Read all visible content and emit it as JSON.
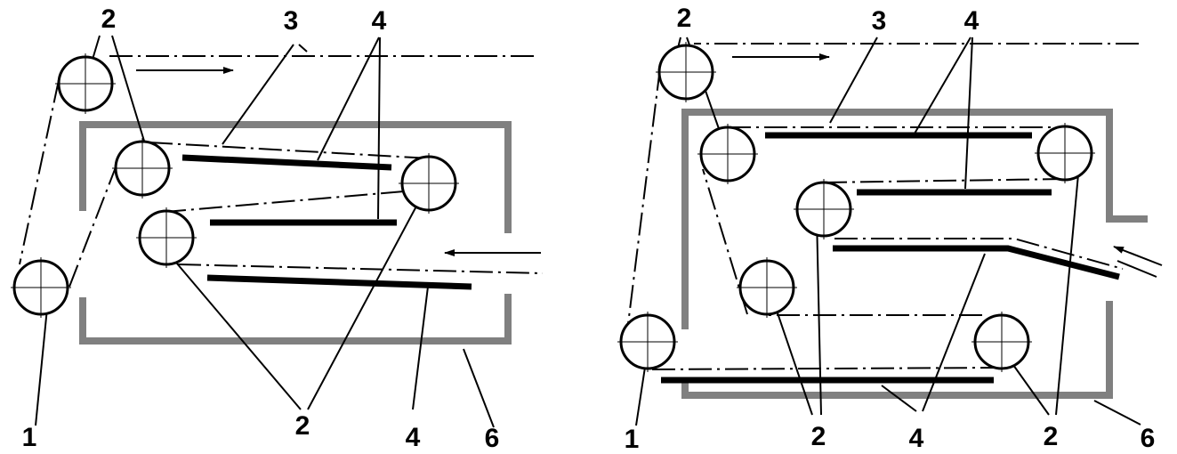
{
  "labels": {
    "guide_roller": "1",
    "turning_roller": "2",
    "web": "3",
    "heater_plate": "4",
    "chamber": "6"
  },
  "colors": {
    "chamber_wall": "#808080",
    "line": "#000000"
  }
}
